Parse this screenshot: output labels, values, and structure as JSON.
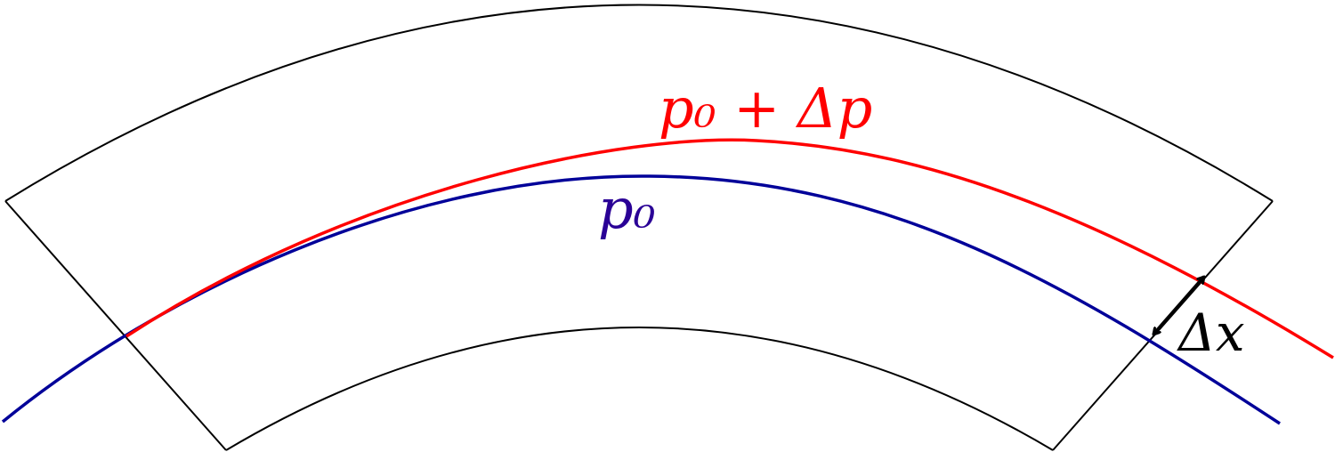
{
  "labels": {
    "off_momentum_trajectory": "p₀ + Δp",
    "reference_trajectory": "p₀",
    "displacement": "Δx"
  },
  "colors": {
    "off_momentum_trajectory": "#ff0000",
    "reference_trajectory": "#000099",
    "magnet_outline": "#000000",
    "displacement_arrow": "#000000"
  }
}
